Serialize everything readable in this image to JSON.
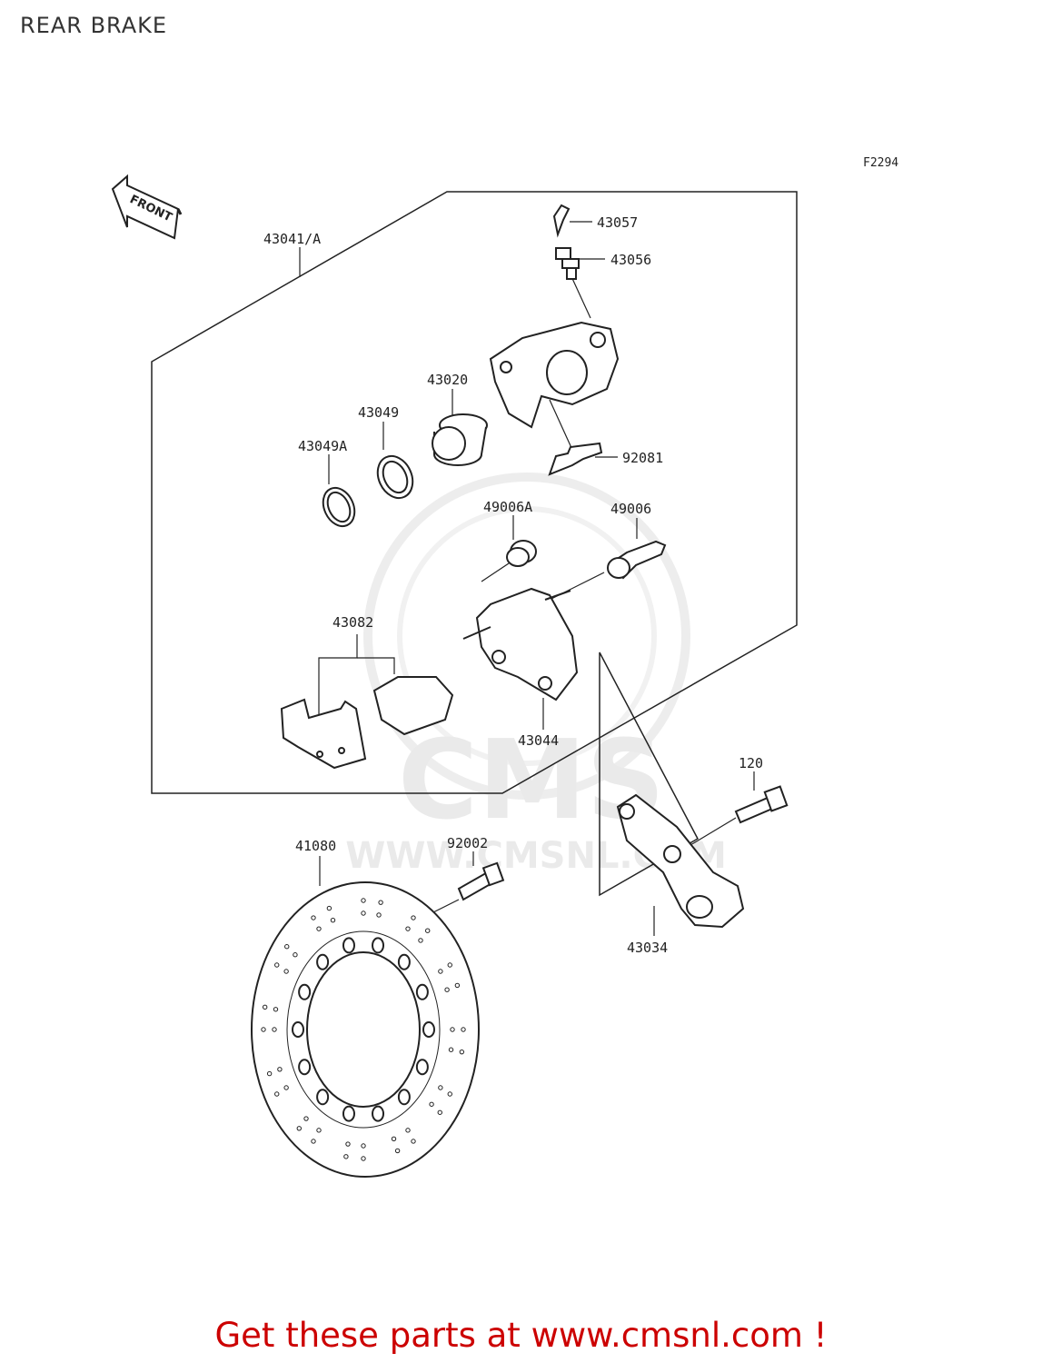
{
  "page": {
    "title": "REAR BRAKE",
    "figure_code": "F2294",
    "footer": "Get these parts at www.cmsnl.com !"
  },
  "front_arrow": {
    "label": "FRONT",
    "icon": "front-arrow-icon"
  },
  "watermark": {
    "brand": "CMS",
    "url": "WWW.CMSNL.COM"
  },
  "parts": [
    {
      "id": "43041-a",
      "number": "43041/A"
    },
    {
      "id": "43057",
      "number": "43057"
    },
    {
      "id": "43056",
      "number": "43056"
    },
    {
      "id": "43020",
      "number": "43020"
    },
    {
      "id": "43049",
      "number": "43049"
    },
    {
      "id": "43049a",
      "number": "43049A"
    },
    {
      "id": "92081",
      "number": "92081"
    },
    {
      "id": "49006a",
      "number": "49006A"
    },
    {
      "id": "49006",
      "number": "49006"
    },
    {
      "id": "43082",
      "number": "43082"
    },
    {
      "id": "43044",
      "number": "43044"
    },
    {
      "id": "120",
      "number": "120"
    },
    {
      "id": "41080",
      "number": "41080"
    },
    {
      "id": "92002",
      "number": "92002"
    },
    {
      "id": "43034",
      "number": "43034"
    }
  ]
}
